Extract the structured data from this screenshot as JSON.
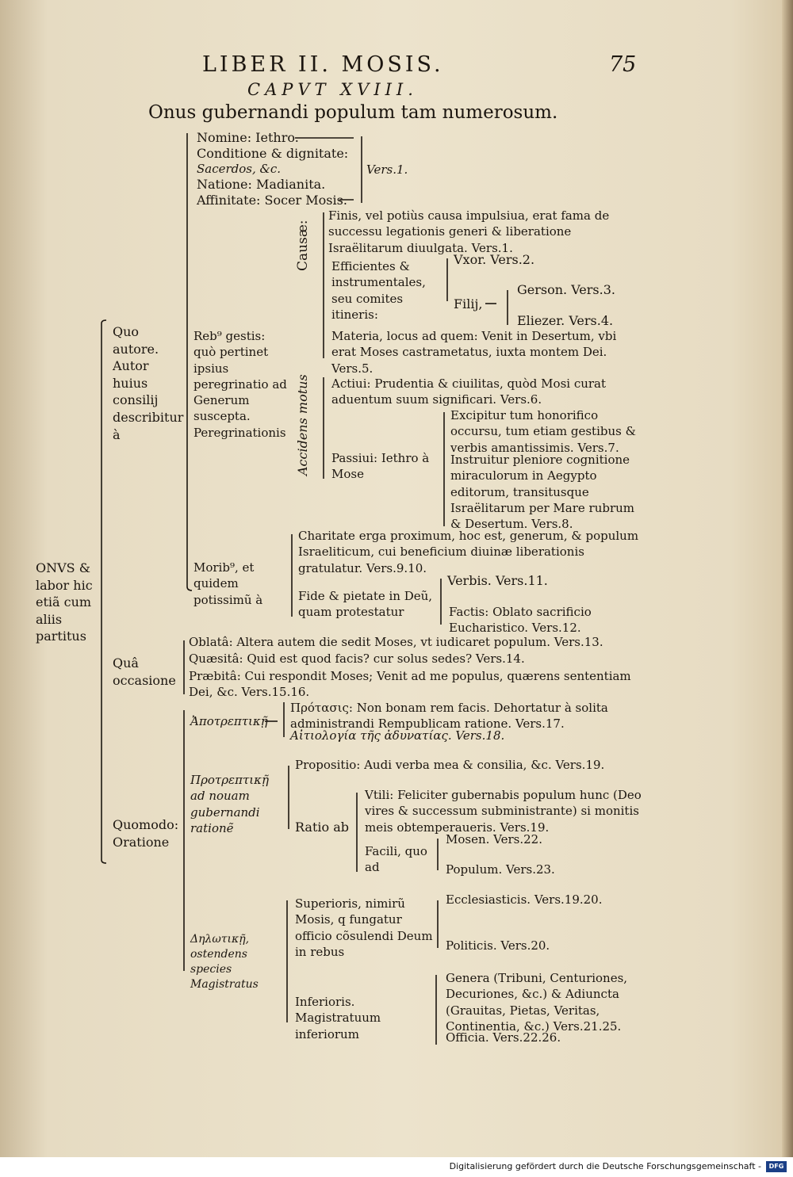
{
  "header": {
    "running_title": "LIBER II. MOSIS.",
    "page_number": "75",
    "chapter": "CAPVT XVIII.",
    "section_title": "Onus gubernandi populum tam numerosum."
  },
  "root": {
    "label": "ONVS & labor hic etiã cum aliis partitus"
  },
  "a1": {
    "nomine": "Nomine: Iethro.",
    "conditione": "Conditione & dignitate:",
    "sacerdos": "Sacerdos, &c.",
    "natione": "Natione: Madianita.",
    "affinitate": "Affinitate: Socer Mosis.",
    "vers": "Vers.1."
  },
  "a_quo": "Quo autore. Autor huius consilij describitur à",
  "rebus": "Reb⁹ gestis: quò pertinet ipsius peregrinatio ad Generum suscepta. Peregrinationis",
  "causae": "Causæ:",
  "finis": "Finis, vel potiùs causa impulsiua, erat fama de successu legationis generi & liberatione Israëlitarum diuulgata. Vers.1.",
  "efficientes": "Efficientes & instrumentales, seu comites itineris:",
  "vxor": "Vxor. Vers.2.",
  "filij": "Filij,",
  "gerson": "Gerson. Vers.3.",
  "eliezer": "Eliezer. Vers.4.",
  "materia": "Materia, locus ad quem: Venit in Desertum, vbi erat Moses castrametatus, iuxta montem Dei. Vers.5.",
  "accidens": "Accidens motus",
  "actiui": "Actiui: Prudentia & ciuilitas, quòd Mosi curat aduentum suum significari. Vers.6.",
  "passiui": "Passiui: Iethro à Mose",
  "excipitur": "Excipitur tum honorifico occursu, tum etiam gestibus & verbis amantissimis. Vers.7.",
  "instruitur": "Instruitur pleniore cognitione miraculorum in Aegypto editorum, transitusque Israëlitarum per Mare rubrum & Desertum. Vers.8.",
  "moribus": "Morib⁹, et quidem potissimũ à",
  "charitate": "Charitate erga proximum, hoc est, generum, & populum Israeliticum, cui beneficium diuinæ liberationis gratulatur. Vers.9.10.",
  "fide": "Fide & pietate in Deũ, quam protestatur",
  "verbis": "Verbis. Vers.11.",
  "factis": "Factis: Oblato sacrificio Eucharistico. Vers.12.",
  "qua_occasione": "Quâ occasione",
  "oblata": "Oblatâ: Altera autem die sedit Moses, vt iudicaret populum. Vers.13.",
  "quaesita": "Quæsitâ: Quid est quod facis? cur solus sedes? Vers.14.",
  "praebita": "Præbitâ: Cui respondit Moses; Venit ad me populus, quærens sententiam Dei, &c. Vers.15.16.",
  "quomodo": "Quomodo: Oratione",
  "apotreptike": "Ἀποτρεπτικῇ",
  "protasis": "Πρότασις: Non bonam rem facis. Dehortatur à solita administrandi Rempublicam ratione. Vers.17.",
  "aitiologia": "Αἰτιολογία τῆς ἀδυνατίας. Vers.18.",
  "protreptike": "Προτρεπτικῇ ad nouam gubernandi rationẽ",
  "propositio": "Propositio: Audi verba mea & consilia, &c. Vers.19.",
  "ratio": "Ratio ab",
  "vtili": "Vtili: Feliciter gubernabis populum hunc (Deo vires & successum subministrante) si monitis meis obtemperaueris. Vers.19.",
  "facili": "Facili, quo ad",
  "mosen": "Mosen. Vers.22.",
  "populum": "Populum. Vers.23.",
  "deloike": "Δηλωτικῇ, ostendens species Magistratus",
  "superioris": "Superioris, nimirũ Mosis, q fungatur officio cõsulendi Deum in rebus",
  "ecclesiasticis": "Ecclesiasticis. Vers.19.20.",
  "politicis": "Politicis. Vers.20.",
  "inferioris": "Inferioris. Magistratuum inferiorum",
  "genera": "Genera (Tribuni, Centuriones, Decuriones, &c.) & Adiuncta (Grauitas, Pietas, Veritas, Continentia, &c.) Vers.21.25.",
  "officia": "Officia. Vers.22.26.",
  "footer": {
    "text": "Digitalisierung gefördert durch die Deutsche Forschungsgemeinschaft -",
    "logo": "DFG"
  }
}
